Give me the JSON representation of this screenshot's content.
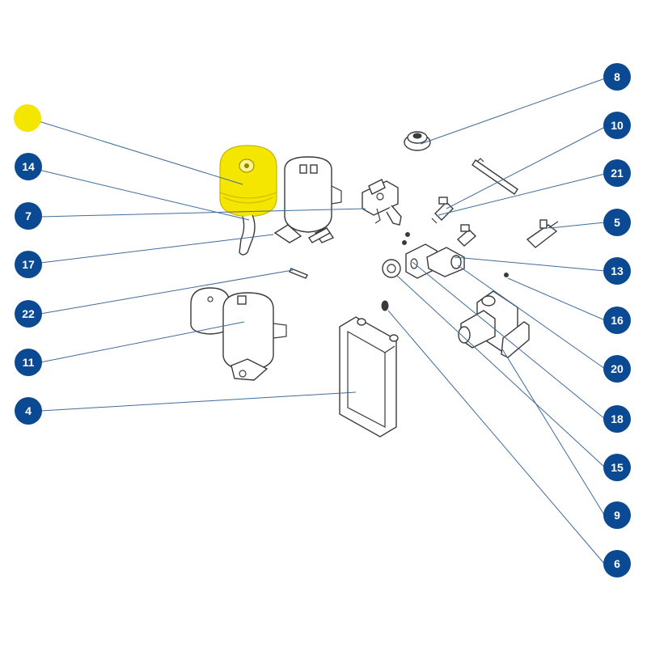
{
  "diagram": {
    "colors": {
      "callout_fill": "#0b4a93",
      "callout_text": "#ffffff",
      "leader_line": "#3f6c9c",
      "highlight": "#f5e600",
      "line_art": "#3a3a3a"
    },
    "highlighted_part_label": "14",
    "callouts": [
      {
        "id": "c-blank",
        "label": "",
        "style": "highlight"
      },
      {
        "id": "c14",
        "label": "14"
      },
      {
        "id": "c7",
        "label": "7"
      },
      {
        "id": "c17",
        "label": "17"
      },
      {
        "id": "c22",
        "label": "22"
      },
      {
        "id": "c11",
        "label": "11"
      },
      {
        "id": "c4",
        "label": "4"
      },
      {
        "id": "c8",
        "label": "8"
      },
      {
        "id": "c10",
        "label": "10"
      },
      {
        "id": "c21",
        "label": "21"
      },
      {
        "id": "c5",
        "label": "5"
      },
      {
        "id": "c13",
        "label": "13"
      },
      {
        "id": "c16",
        "label": "16"
      },
      {
        "id": "c20",
        "label": "20"
      },
      {
        "id": "c18",
        "label": "18"
      },
      {
        "id": "c15",
        "label": "15"
      },
      {
        "id": "c9",
        "label": "9"
      },
      {
        "id": "c6",
        "label": "6"
      }
    ]
  }
}
